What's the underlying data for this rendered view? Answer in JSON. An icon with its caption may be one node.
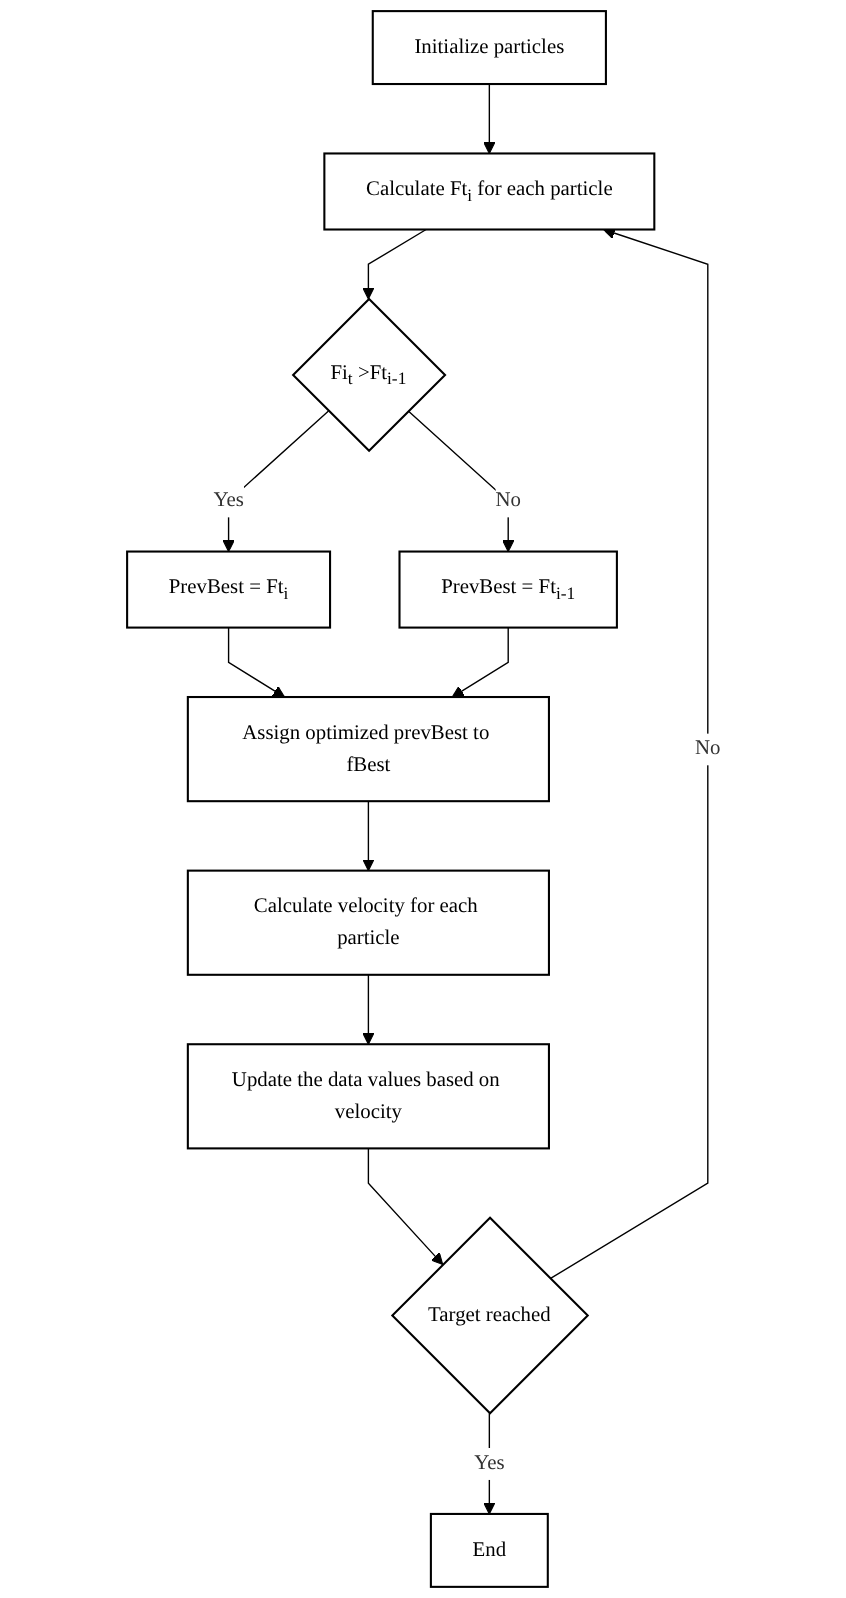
{
  "diagram": {
    "nodes": [
      {
        "text": [
          "Initialize particles"
        ]
      },
      {
        "text": [
          "Calculate Ft$_{i}$ for each particle"
        ]
      },
      {
        "text": [
          "Fi$_{t}$ >Ft$_{i-1}$"
        ]
      },
      {
        "text": [
          "PrevBest = Ft$_{i}$"
        ]
      },
      {
        "text": [
          "PrevBest = Ft$_{i-1}$"
        ]
      },
      {
        "text": [
          "Assign optimized prevBest to fBest"
        ]
      },
      {
        "text": [
          "Calculate velocity for each particle"
        ]
      },
      {
        "text": [
          "Update the data values based on velocity"
        ]
      },
      {
        "text": [
          "Target reached"
        ]
      },
      {
        "text": [
          "End"
        ]
      }
    ],
    "edges": [
      {
        "from": 0,
        "to": 1,
        "arrow": "to"
      },
      {
        "from": 1,
        "to": 2,
        "arrow": "to"
      },
      {
        "from": 2,
        "to": 3,
        "arrow": "to",
        "label": "Yes"
      },
      {
        "from": 2,
        "to": 4,
        "arrow": "to",
        "label": "No"
      },
      {
        "from": 3,
        "to": 5,
        "arrow": "to"
      },
      {
        "from": 4,
        "to": 5,
        "arrow": "to"
      },
      {
        "from": 5,
        "to": 6,
        "arrow": "to"
      },
      {
        "from": 6,
        "to": 7,
        "arrow": "to"
      },
      {
        "from": 7,
        "to": 8,
        "arrow": "to"
      },
      {
        "from": 8,
        "to": 1,
        "arrow": "to",
        "label": "No"
      },
      {
        "from": 8,
        "to": 9,
        "arrow": "to",
        "label": "Yes"
      }
    ]
  }
}
